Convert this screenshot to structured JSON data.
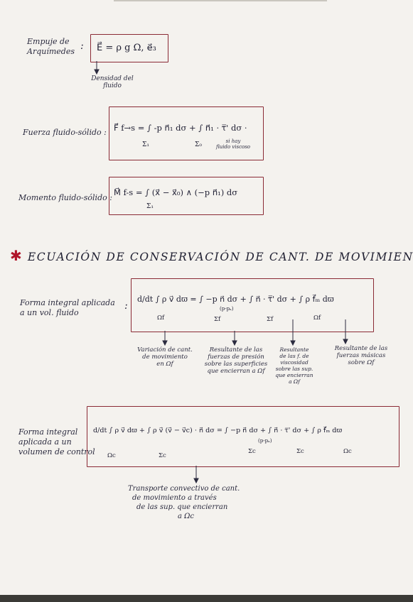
{
  "empuje": {
    "label_l1": "Empuje de",
    "label_l2": "Arquímedes",
    "colon": ":",
    "equation": "E⃗ = ρ g Ω, e⃗₃",
    "note_l1": "Densidad del",
    "note_l2": "fluido"
  },
  "fuerza": {
    "label": "Fuerza fluido-sólido :",
    "equation": "F⃗ f→s = ∫ -p n⃗₁ dσ + ∫ n⃗₁ · τ̿' dσ ·",
    "sub_1": "Σ₁",
    "sub_2": "Σ₀",
    "note_l1": "si hay",
    "note_l2": "fluido viscoso"
  },
  "momento": {
    "label": "Momento fluido-sólido :",
    "equation": "M⃗ f-s = ∫ (x⃗ − x⃗₀) ∧ (−p n⃗₁) dσ",
    "sub_1": "Σ₁"
  },
  "heading": {
    "star": "✱",
    "text": "ECUACIÓN DE CONSERVACIÓN DE CANT. DE MOVIMIENTO"
  },
  "forma_fluido": {
    "label_l1": "Forma integral aplicada",
    "label_l2": "a un vol. fluido",
    "colon": ":",
    "equation": "d/dt ∫ ρ v⃗ dϖ = ∫ −p n⃗ dσ + ∫ n⃗ · τ̿' dσ + ∫ ρ f⃗ₘ dϖ",
    "sub_1": "Ωf",
    "sub_2": "Σf",
    "sub_2b": "(p-pₐ)",
    "sub_3": "Σf",
    "sub_4": "Ωf",
    "note_1_l1": "Variación de cant.",
    "note_1_l2": "de movimiento",
    "note_1_l3": "en Ωf",
    "note_2_l1": "Resultante de las",
    "note_2_l2": "fuerzas de presión",
    "note_2_l3": "sobre las superficies",
    "note_2_l4": "que encierran a Ωf",
    "note_3_l1": "Resultante",
    "note_3_l2": "de las f. de",
    "note_3_l3": "viscosidad",
    "note_3_l4": "sobre las sup.",
    "note_3_l5": "que encierran",
    "note_3_l6": "a Ωf",
    "note_4_l1": "Resultante de las",
    "note_4_l2": "fuerzas másicas",
    "note_4_l3": "sobre Ωf"
  },
  "forma_control": {
    "label_l1": "Forma integral",
    "label_l2": "aplicada a un",
    "label_l3": "volumen de control",
    "equation": "d/dt ∫ ρ v⃗ dϖ + ∫ ρ v⃗ (v⃗ − v⃗c) · n⃗ dσ = ∫ −p n⃗ dσ + ∫ n⃗ · τ̿' dσ + ∫ ρ f⃗ₘ dϖ",
    "sub_1": "Ωc",
    "sub_2": "Σc",
    "sub_3": "Σc",
    "sub_3b": "(p-pₐ)",
    "sub_4": "Σc",
    "sub_5": "Ωc",
    "note_l1": "Transporte convectivo de cant.",
    "note_l2": "de movimiento a través",
    "note_l3": "de las sup. que encierran",
    "note_l4": "a Ωc"
  },
  "colors": {
    "box": "#8a2a35",
    "ink": "#2b2b3f",
    "star": "#b0152a",
    "paper": "#f4f2ee"
  }
}
